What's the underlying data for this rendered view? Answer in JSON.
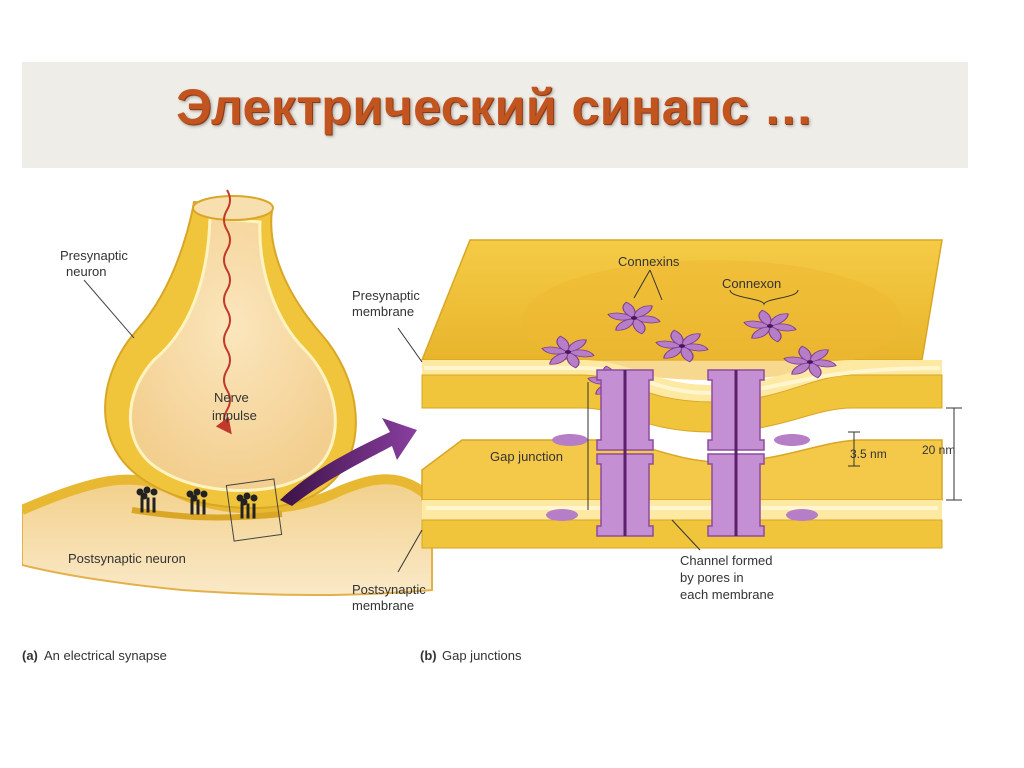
{
  "slide": {
    "title": "Электрический синапс …"
  },
  "panel_a": {
    "label_prefix": "(a)",
    "caption": "An electrical synapse",
    "presynaptic_line1": "Presynaptic",
    "presynaptic_line2": "neuron",
    "nerve_line1": "Nerve",
    "nerve_line2": "impulse",
    "postsynaptic": "Postsynaptic neuron"
  },
  "panel_b": {
    "label_prefix": "(b)",
    "caption": "Gap junctions",
    "connexins": "Connexins",
    "connexon": "Connexon",
    "pre_membrane_line1": "Presynaptic",
    "pre_membrane_line2": "membrane",
    "gap_junction": "Gap junction",
    "gap_size": "3.5 nm",
    "total_size": "20 nm",
    "channel_line1": "Channel formed",
    "channel_line2": "by pores in",
    "channel_line3": "each membrane",
    "post_membrane_line1": "Postsynaptic",
    "post_membrane_line2": "membrane"
  },
  "colors": {
    "title": "#c2541f",
    "membrane_gold": "#f0c53c",
    "membrane_light": "#fde9a2",
    "cytoplasm": "#f8dfb0",
    "connexin_purple": "#b67ec6",
    "arrow_purple": "#7a2f8a",
    "impulse_red": "#c0392b"
  }
}
